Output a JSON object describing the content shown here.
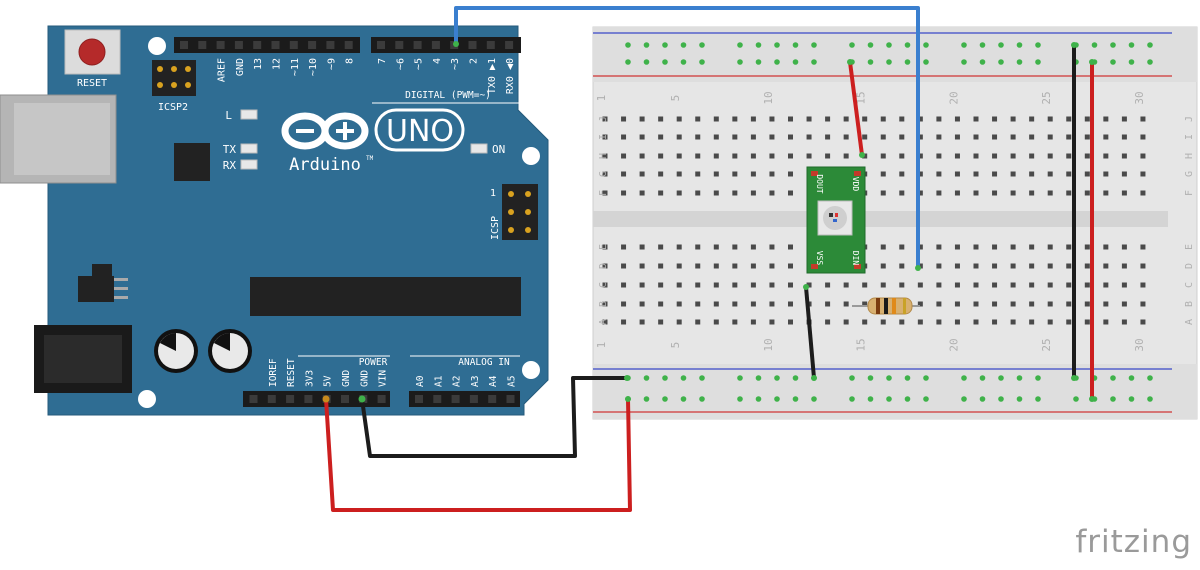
{
  "arduino": {
    "reset_label": "RESET",
    "icsp2_label": "ICSP2",
    "icsp_label": "ICSP",
    "icsp_pin1": "1",
    "led_l": "L",
    "led_tx": "TX",
    "led_rx": "RX",
    "led_on": "ON",
    "logo_text": "UNO",
    "brand_text": "Arduino",
    "brand_tm": "TM",
    "digital_label": "DIGITAL (PWM=~)",
    "power_label": "POWER",
    "analog_label": "ANALOG IN",
    "top_pins_left": [
      "AREF",
      "GND",
      "13",
      "12",
      "~11",
      "~10",
      "~9",
      "8"
    ],
    "top_pins_right": [
      "7",
      "~6",
      "~5",
      "4",
      "~3",
      "2",
      "TX0 ▶1",
      "RX0 ◀0"
    ],
    "bottom_pins_power": [
      "IOREF",
      "RESET",
      "3V3",
      "5V",
      "GND",
      "GND",
      "VIN"
    ],
    "bottom_pins_analog": [
      "A0",
      "A1",
      "A2",
      "A3",
      "A4",
      "A5"
    ]
  },
  "breadboard": {
    "col_numbers": [
      "1",
      "5",
      "10",
      "15",
      "20",
      "25",
      "30"
    ],
    "rows_top": [
      "J",
      "I",
      "H",
      "G",
      "F"
    ],
    "rows_bottom": [
      "E",
      "D",
      "C",
      "B",
      "A"
    ]
  },
  "led_module": {
    "pin_dout": "DOUT",
    "pin_vdd": "VDD",
    "pin_vss": "VSS",
    "pin_din": "DIN"
  },
  "brand": {
    "name": "fritzing"
  },
  "colors": {
    "board": "#2f6d93",
    "board_dark": "#1f5475",
    "wire_red": "#cc1f1f",
    "wire_black": "#1c1c1c",
    "wire_blue": "#3a7fcf",
    "breadboard": "#e3e3e3",
    "hole_green": "#3fb24a",
    "module_green": "#2c8a38"
  }
}
